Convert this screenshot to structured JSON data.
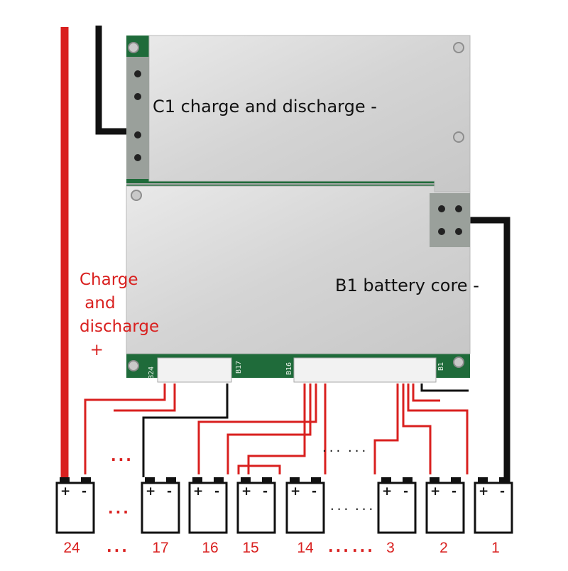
{
  "labels": {
    "c1": "C1 charge and discharge -",
    "b1": "B1 battery core -",
    "charge_plus": "Charge\n and\ndischarge\n  +"
  },
  "connector_labels": {
    "b24": "B24",
    "b17": "B17",
    "b16": "B16",
    "b1": "B1"
  },
  "cells": [
    {
      "number": "24"
    },
    {
      "number": "17"
    },
    {
      "number": "16"
    },
    {
      "number": "15"
    },
    {
      "number": "14"
    },
    {
      "number": "3"
    },
    {
      "number": "2"
    },
    {
      "number": "1"
    }
  ],
  "polarity": {
    "plus": "+",
    "minus": "-"
  },
  "ellipsis": "...",
  "colors": {
    "wire_red": "#d9201f",
    "wire_black": "#111111",
    "board": "#d8d8d8",
    "pcb_green": "#1f6b3a"
  }
}
